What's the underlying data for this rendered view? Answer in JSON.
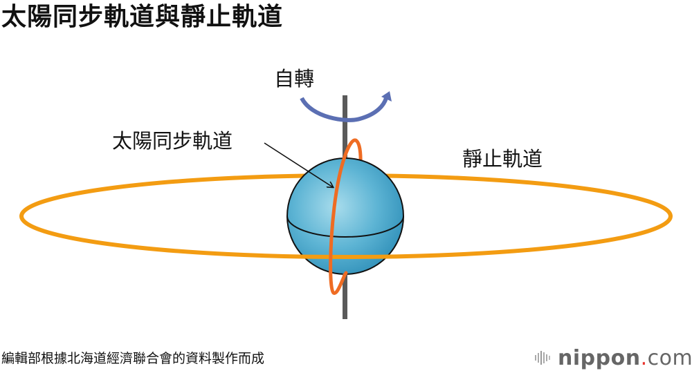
{
  "title": "太陽同步軌道與靜止軌道",
  "labels": {
    "rotation": "自轉",
    "sun_synchronous_orbit": "太陽同步軌道",
    "geostationary_orbit": "靜止軌道"
  },
  "source": "編輯部根據北海道經濟聯合會的資料製作而成",
  "logo": {
    "name": "nippon",
    "dot": ".",
    "tld": "com"
  },
  "colors": {
    "geostationary_orbit": "#f39c12",
    "sun_synchronous_orbit": "#ef6c23",
    "earth": "#4aa8cc",
    "axis": "#5a5a5a",
    "rotation_arrow": "#5b6fb3",
    "logo_text": "#666666",
    "logo_dot": "#e8352e"
  }
}
